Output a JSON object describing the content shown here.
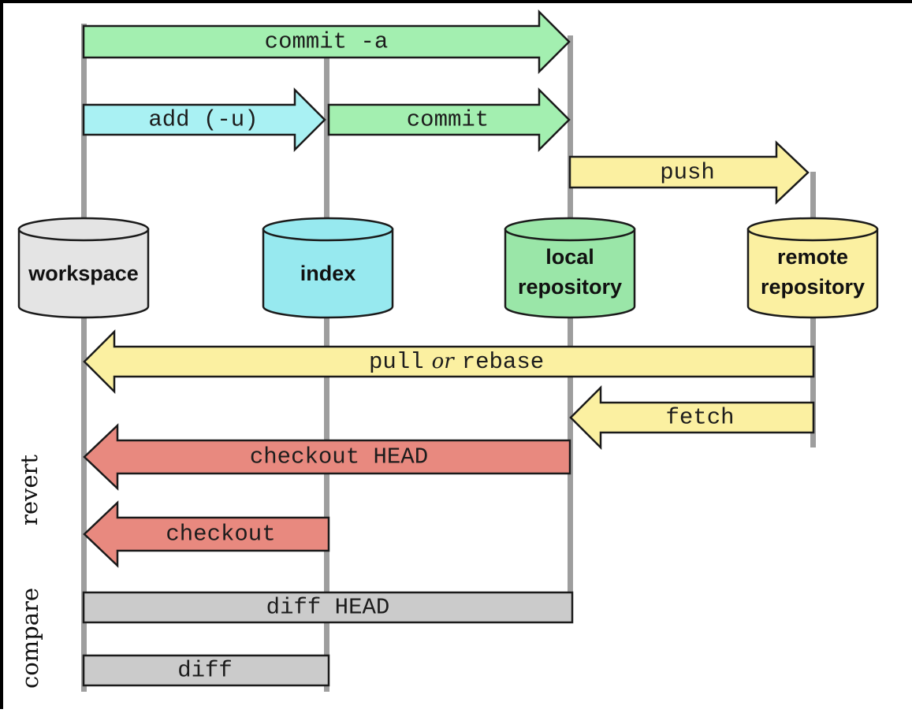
{
  "frame": {
    "background": "#ffffff",
    "border_color": "#000000",
    "lifeline_color": "#9e9e9e"
  },
  "nodes": [
    {
      "id": "workspace",
      "label": "workspace",
      "color": "#e4e4e4"
    },
    {
      "id": "index",
      "label": "index",
      "color": "#97e9ef"
    },
    {
      "id": "local-repository",
      "label_line1": "local",
      "label_line2": "repository",
      "color": "#9ae6a8"
    },
    {
      "id": "remote-repository",
      "label_line1": "remote",
      "label_line2": "repository",
      "color": "#fbf0a1"
    }
  ],
  "commands": [
    {
      "label": "commit -a",
      "from": "workspace",
      "to": "local repository",
      "direction": "right",
      "color": "#a3efb0"
    },
    {
      "label": "add (-u)",
      "from": "workspace",
      "to": "index",
      "direction": "right",
      "color": "#a9f1f3"
    },
    {
      "label": "commit",
      "from": "index",
      "to": "local repository",
      "direction": "right",
      "color": "#a3efb0"
    },
    {
      "label": "push",
      "from": "local repository",
      "to": "remote repository",
      "direction": "right",
      "color": "#fbf0a1"
    },
    {
      "label": "pull or rebase",
      "label_parts": {
        "pre": "pull",
        "or": "or",
        "post": "rebase"
      },
      "from": "remote repository",
      "to": "workspace",
      "direction": "left",
      "color": "#fbf0a1"
    },
    {
      "label": "fetch",
      "from": "remote repository",
      "to": "local repository",
      "direction": "left",
      "color": "#fbf0a1"
    },
    {
      "label": "checkout HEAD",
      "from": "local repository",
      "to": "workspace",
      "direction": "left",
      "color": "#e8897f"
    },
    {
      "label": "checkout",
      "from": "index",
      "to": "workspace",
      "direction": "left",
      "color": "#e8897f"
    },
    {
      "label": "diff HEAD",
      "from": "workspace",
      "to": "local repository",
      "direction": "none",
      "color": "#cbcbcb"
    },
    {
      "label": "diff",
      "from": "workspace",
      "to": "index",
      "direction": "none",
      "color": "#cbcbcb"
    }
  ],
  "section_labels": [
    {
      "label": "revert"
    },
    {
      "label": "compare"
    }
  ]
}
